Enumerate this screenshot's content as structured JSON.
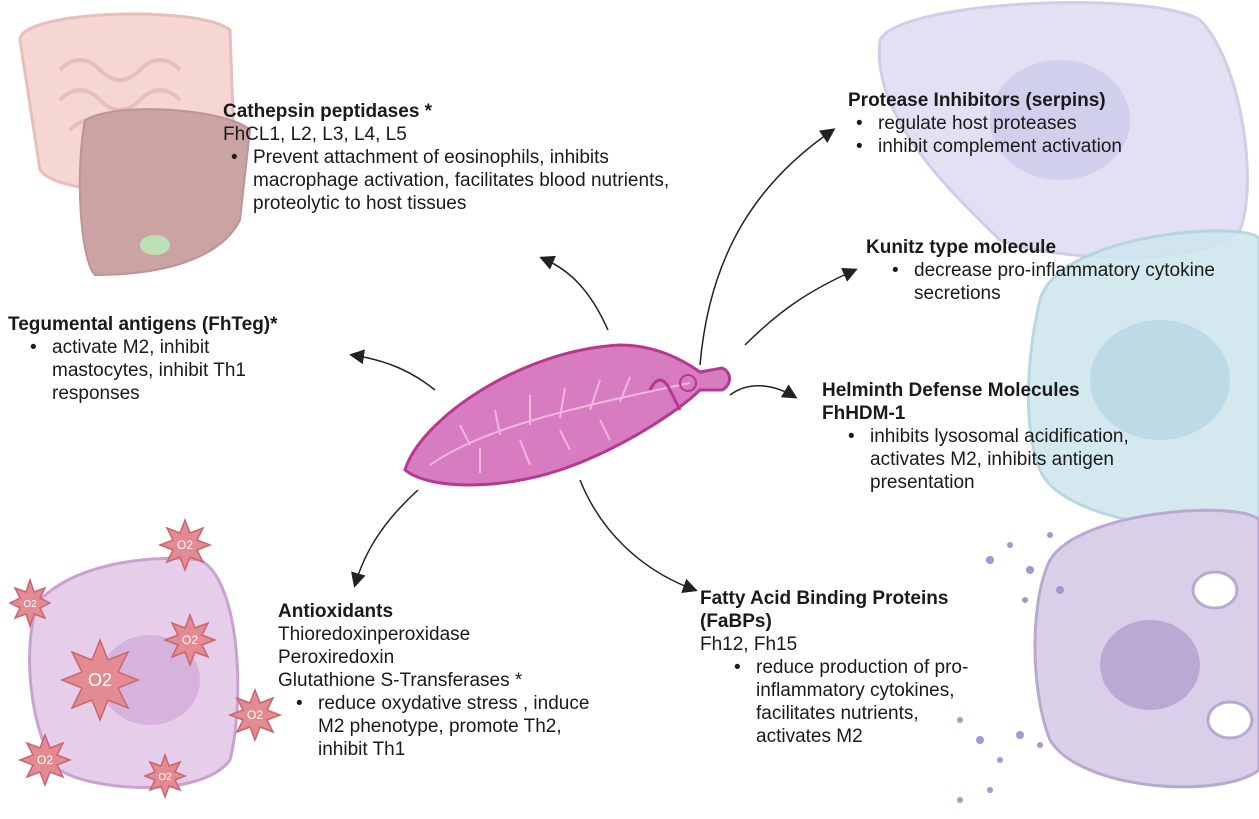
{
  "blocks": {
    "cathepsin": {
      "title": "Cathepsin peptidases *",
      "sub": [
        "FhCL1, L2, L3, L4, L5"
      ],
      "bullet": "Prevent attachment of eosinophils, inhibits macrophage activation, facilitates blood nutrients, proteolytic to host tissues"
    },
    "serpins": {
      "title": "Protease Inhibitors (serpins)",
      "bullets": [
        "regulate host proteases",
        "inhibit complement activation"
      ]
    },
    "kunitz": {
      "title": "Kunitz type molecule",
      "bullet": "decrease pro-inflammatory cytokine secretions"
    },
    "tegumental": {
      "title": "Tegumental antigens (FhTeg)*",
      "bullet": "activate M2, inhibit mastocytes, inhibit Th1 responses"
    },
    "hdm": {
      "title": "Helminth Defense Molecules",
      "title2": "FhHDM-1",
      "bullet": "inhibits lysosomal acidification, activates M2, inhibits antigen presentation"
    },
    "antioxidants": {
      "title": "Antioxidants",
      "sub": [
        "Thioredoxinperoxidase",
        "Peroxiredoxin",
        "Glutathione S-Transferases *"
      ],
      "bullet": "reduce oxydative stress , induce M2 phenotype, promote Th2, inhibit Th1"
    },
    "fabps": {
      "title": "Fatty Acid Binding Proteins (FaBPs)",
      "sub": [
        "Fh12, Fh15"
      ],
      "bullet": "reduce production of pro-inflammatory cytokines, facilitates nutrients, activates M2"
    }
  },
  "o2_label": "O2",
  "colors": {
    "fluke": "#d77cc0",
    "fluke_edge": "#b8378f",
    "liver": "#c9928f",
    "cell_lavender": "#dcdcf2",
    "cell_blue": "#cfe6ee",
    "cell_purple": "#d9cfe8",
    "macrophage": "#e6cdea",
    "ros": "#e48a93"
  }
}
